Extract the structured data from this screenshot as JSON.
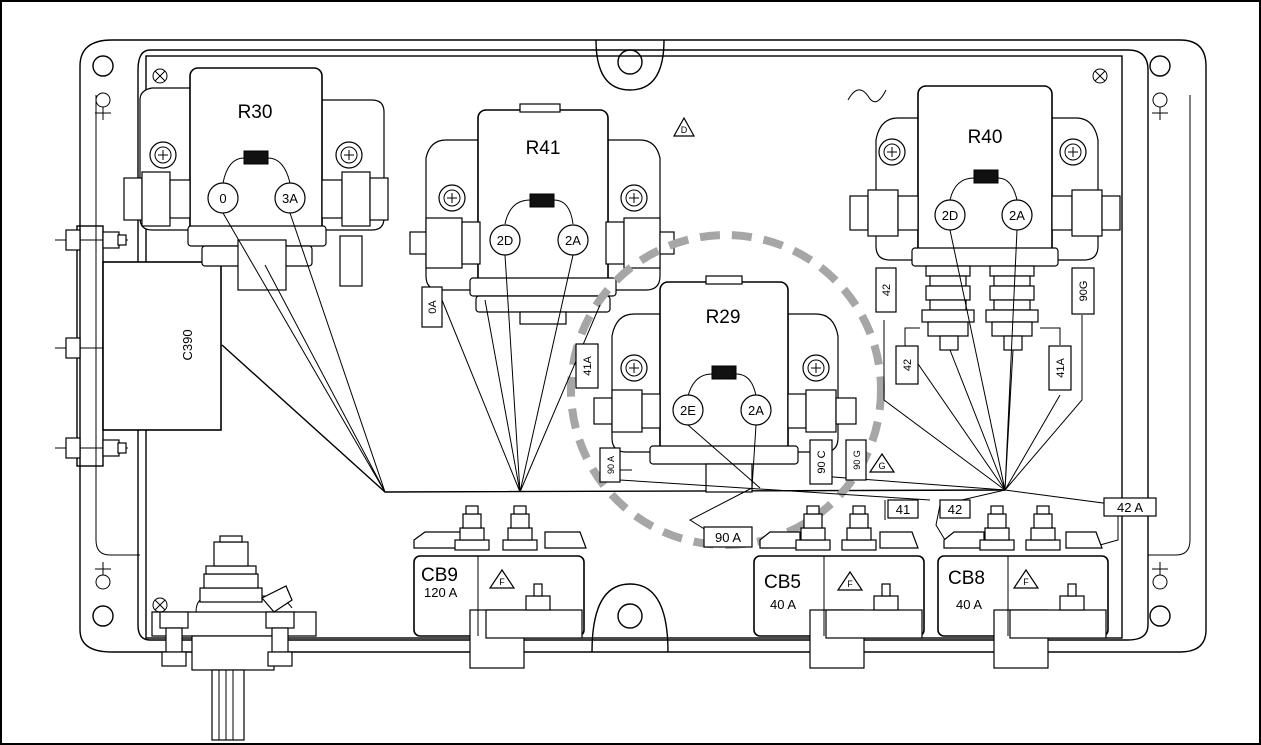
{
  "relays": [
    {
      "id": "r30",
      "name": "R30",
      "terminals": [
        "0",
        "3A"
      ]
    },
    {
      "id": "r41",
      "name": "R41",
      "terminals": [
        "2D",
        "2A"
      ]
    },
    {
      "id": "r29",
      "name": "R29",
      "terminals": [
        "2E",
        "2A"
      ]
    },
    {
      "id": "r40",
      "name": "R40",
      "terminals": [
        "2D",
        "2A"
      ]
    }
  ],
  "capacitor": {
    "name": "C390"
  },
  "breakers": [
    {
      "id": "cb9",
      "name": "CB9",
      "rating": "120 A"
    },
    {
      "id": "cb5",
      "name": "CB5",
      "rating": "40 A"
    },
    {
      "id": "cb8",
      "name": "CB8",
      "rating": "40 A"
    }
  ],
  "wire_labels": [
    "0A",
    "41A",
    "90 A",
    "90 C",
    "90 G",
    "42",
    "90G",
    "42",
    "41A",
    "41",
    "42",
    "42 A",
    "90 A"
  ],
  "callout_letters": [
    "D",
    "G",
    "F",
    "F",
    "F"
  ],
  "highlight": {
    "target": "R29",
    "style": "dashed-circle",
    "color": "#a6a6a6"
  }
}
